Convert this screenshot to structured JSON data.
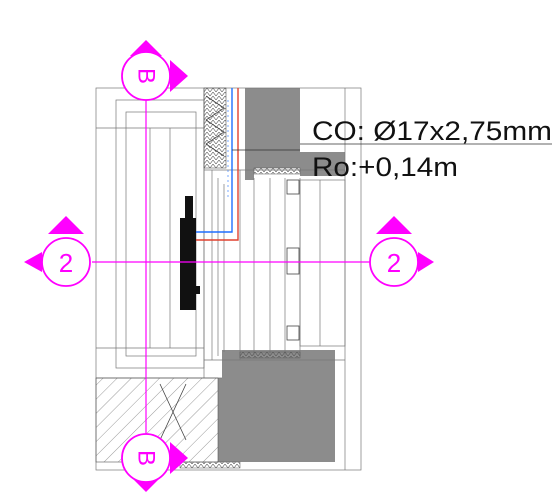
{
  "annotation": {
    "line1": "CO: Ø17x2,75mm",
    "line2": "Ro:+0,14m"
  },
  "section_markers": {
    "vertical_top": "B",
    "vertical_bottom": "B",
    "horizontal_left": "2",
    "horizontal_right": "2"
  },
  "colors": {
    "section_marker": "#ff00ff",
    "supply_pipe": "#1e6fff",
    "return_pipe": "#e0402f",
    "wall_fill": "#8c8c8c",
    "line": "#333333"
  }
}
